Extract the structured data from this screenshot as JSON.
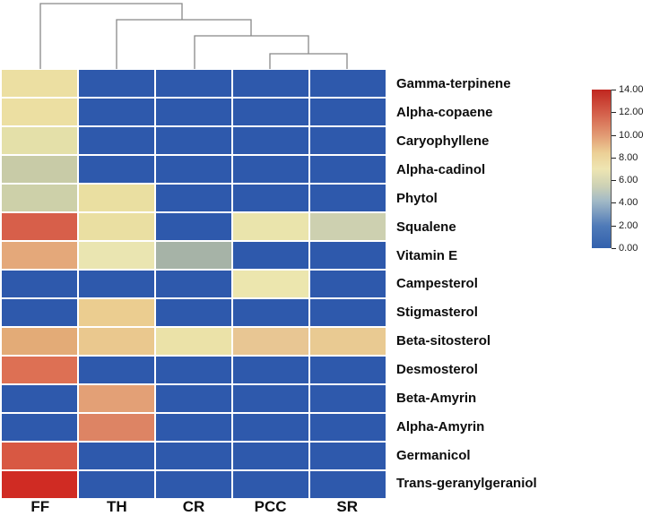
{
  "figure": {
    "background": "#ffffff",
    "dendrogram_line_color": "#888888",
    "base_blue": "#2e59ac"
  },
  "chart_data": {
    "type": "heatmap",
    "title": "",
    "xlabel": "",
    "ylabel": "",
    "grid": false,
    "legend_position": "right",
    "columns": [
      "FF",
      "TH",
      "CR",
      "PCC",
      "SR"
    ],
    "rows": [
      "Gamma-terpinene",
      "Alpha-copaene",
      "Caryophyllene",
      "Alpha-cadinol",
      "Phytol",
      "Squalene",
      "Vitamin E",
      "Campesterol",
      "Stigmasterol",
      "Beta-sitosterol",
      "Desmosterol",
      "Beta-Amyrin",
      "Alpha-Amyrin",
      "Germanicol",
      "Trans-geranylgeraniol"
    ],
    "values": [
      [
        7.0,
        0.3,
        0.3,
        0.3,
        0.3
      ],
      [
        7.0,
        0.3,
        0.3,
        0.3,
        0.3
      ],
      [
        6.5,
        0.3,
        0.3,
        0.3,
        0.3
      ],
      [
        5.0,
        0.3,
        0.3,
        0.3,
        0.3
      ],
      [
        5.2,
        6.8,
        0.3,
        0.3,
        0.3
      ],
      [
        11.5,
        6.8,
        0.3,
        6.5,
        5.0
      ],
      [
        9.5,
        6.3,
        4.3,
        0.3,
        0.3
      ],
      [
        0.3,
        0.3,
        0.3,
        6.4,
        0.3
      ],
      [
        0.3,
        7.8,
        0.3,
        0.3,
        0.3
      ],
      [
        9.3,
        8.0,
        6.6,
        8.1,
        8.0
      ],
      [
        11.0,
        0.3,
        0.3,
        0.3,
        0.3
      ],
      [
        0.3,
        9.8,
        0.3,
        0.3,
        0.3
      ],
      [
        0.3,
        10.5,
        0.3,
        0.3,
        0.3
      ],
      [
        11.8,
        0.3,
        0.3,
        0.3,
        0.3
      ],
      [
        13.5,
        0.3,
        0.3,
        0.3,
        0.3
      ]
    ],
    "cell_colors": [
      [
        "#ecdfa2",
        "#2e59ac",
        "#2e59ac",
        "#2e59ac",
        "#2e59ac"
      ],
      [
        "#ecdfa2",
        "#2e59ac",
        "#2e59ac",
        "#2e59ac",
        "#2e59ac"
      ],
      [
        "#e4e0a9",
        "#2e59ac",
        "#2e59ac",
        "#2e59ac",
        "#2e59ac"
      ],
      [
        "#c8cba7",
        "#2e59ac",
        "#2e59ac",
        "#2e59ac",
        "#2e59ac"
      ],
      [
        "#cdd0a9",
        "#eadfa1",
        "#2e59ac",
        "#2e59ac",
        "#2e59ac"
      ],
      [
        "#d75f4a",
        "#eadfa2",
        "#2e59ac",
        "#eae4ac",
        "#cdd0b0"
      ],
      [
        "#e4a87a",
        "#eae5b1",
        "#a6b3a7",
        "#2e59ac",
        "#2e59ac"
      ],
      [
        "#2e59ac",
        "#2e59ac",
        "#2e59ac",
        "#ece6ae",
        "#2e59ac"
      ],
      [
        "#2e59ac",
        "#ebcd90",
        "#2e59ac",
        "#2e59ac",
        "#2e59ac"
      ],
      [
        "#e3ab77",
        "#eac88e",
        "#ebe2a8",
        "#e8c693",
        "#e9ca92"
      ],
      [
        "#dd7054",
        "#2e59ac",
        "#2e59ac",
        "#2e59ac",
        "#2e59ac"
      ],
      [
        "#2e59ac",
        "#e3a076",
        "#2e59ac",
        "#2e59ac",
        "#2e59ac"
      ],
      [
        "#2e59ac",
        "#dd8464",
        "#2e59ac",
        "#2e59ac",
        "#2e59ac"
      ],
      [
        "#d85843",
        "#2e59ac",
        "#2e59ac",
        "#2e59ac",
        "#2e59ac"
      ],
      [
        "#d02b23",
        "#2e59ac",
        "#2e59ac",
        "#2e59ac",
        "#2e59ac"
      ]
    ],
    "colorbar": {
      "min": 0,
      "max": 14,
      "tick_labels": [
        "14.00",
        "12.00",
        "10.00",
        "8.00",
        "6.00",
        "4.00",
        "2.00",
        "0.00"
      ],
      "gradient_stops": [
        {
          "pos": 0.0,
          "color": "#3261ad"
        },
        {
          "pos": 0.14,
          "color": "#4f7ab8"
        },
        {
          "pos": 0.3,
          "color": "#a3bac6"
        },
        {
          "pos": 0.39,
          "color": "#ccd1b5"
        },
        {
          "pos": 0.5,
          "color": "#eee5b2"
        },
        {
          "pos": 0.6,
          "color": "#ecd096"
        },
        {
          "pos": 0.71,
          "color": "#e29b74"
        },
        {
          "pos": 0.85,
          "color": "#d4604b"
        },
        {
          "pos": 1.0,
          "color": "#c0261f"
        }
      ]
    },
    "dendrogram": {
      "line_color": "#888888",
      "leaf_order": [
        "FF",
        "TH",
        "CR",
        "PCC",
        "SR"
      ],
      "segments": [
        [
          [
            45,
            77
          ],
          [
            45,
            4
          ],
          [
            203,
            4
          ],
          [
            203,
            22
          ]
        ],
        [
          [
            130,
            77
          ],
          [
            130,
            22
          ],
          [
            280,
            22
          ],
          [
            280,
            40
          ]
        ],
        [
          [
            217,
            77
          ],
          [
            217,
            40
          ],
          [
            344,
            40
          ],
          [
            344,
            60
          ]
        ],
        [
          [
            301,
            77
          ],
          [
            301,
            60
          ],
          [
            387,
            60
          ],
          [
            387,
            77
          ]
        ]
      ]
    }
  }
}
